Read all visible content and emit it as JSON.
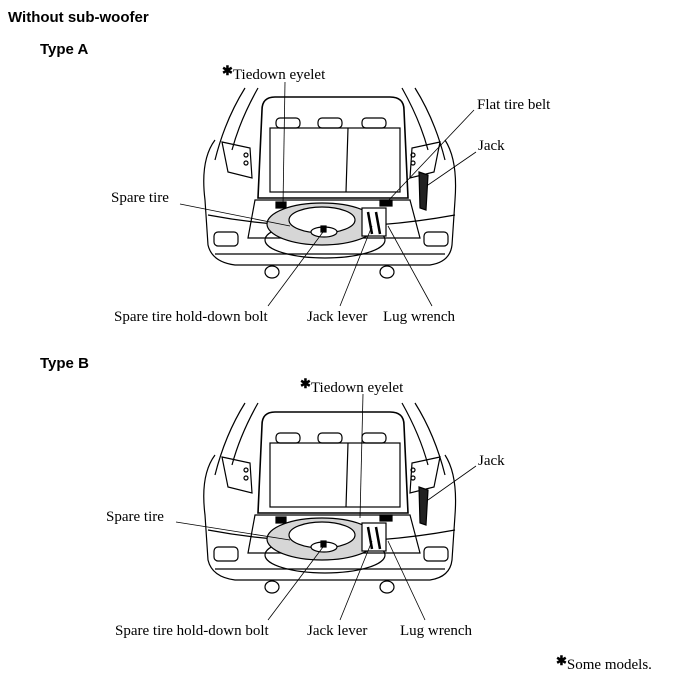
{
  "heading": "Without sub-woofer",
  "star": "✱",
  "type_a": {
    "title": "Type A",
    "labels": {
      "tiedown_eyelet": "Tiedown eyelet",
      "flat_tire_belt": "Flat tire belt",
      "jack": "Jack",
      "spare_tire": "Spare tire",
      "hold_down_bolt": "Spare tire hold-down bolt",
      "jack_lever": "Jack lever",
      "lug_wrench": "Lug wrench"
    }
  },
  "type_b": {
    "title": "Type B",
    "labels": {
      "tiedown_eyelet": "Tiedown eyelet",
      "jack": "Jack",
      "spare_tire": "Spare tire",
      "hold_down_bolt": "Spare tire hold-down bolt",
      "jack_lever": "Jack lever",
      "lug_wrench": "Lug wrench"
    }
  },
  "footnote": "Some models."
}
